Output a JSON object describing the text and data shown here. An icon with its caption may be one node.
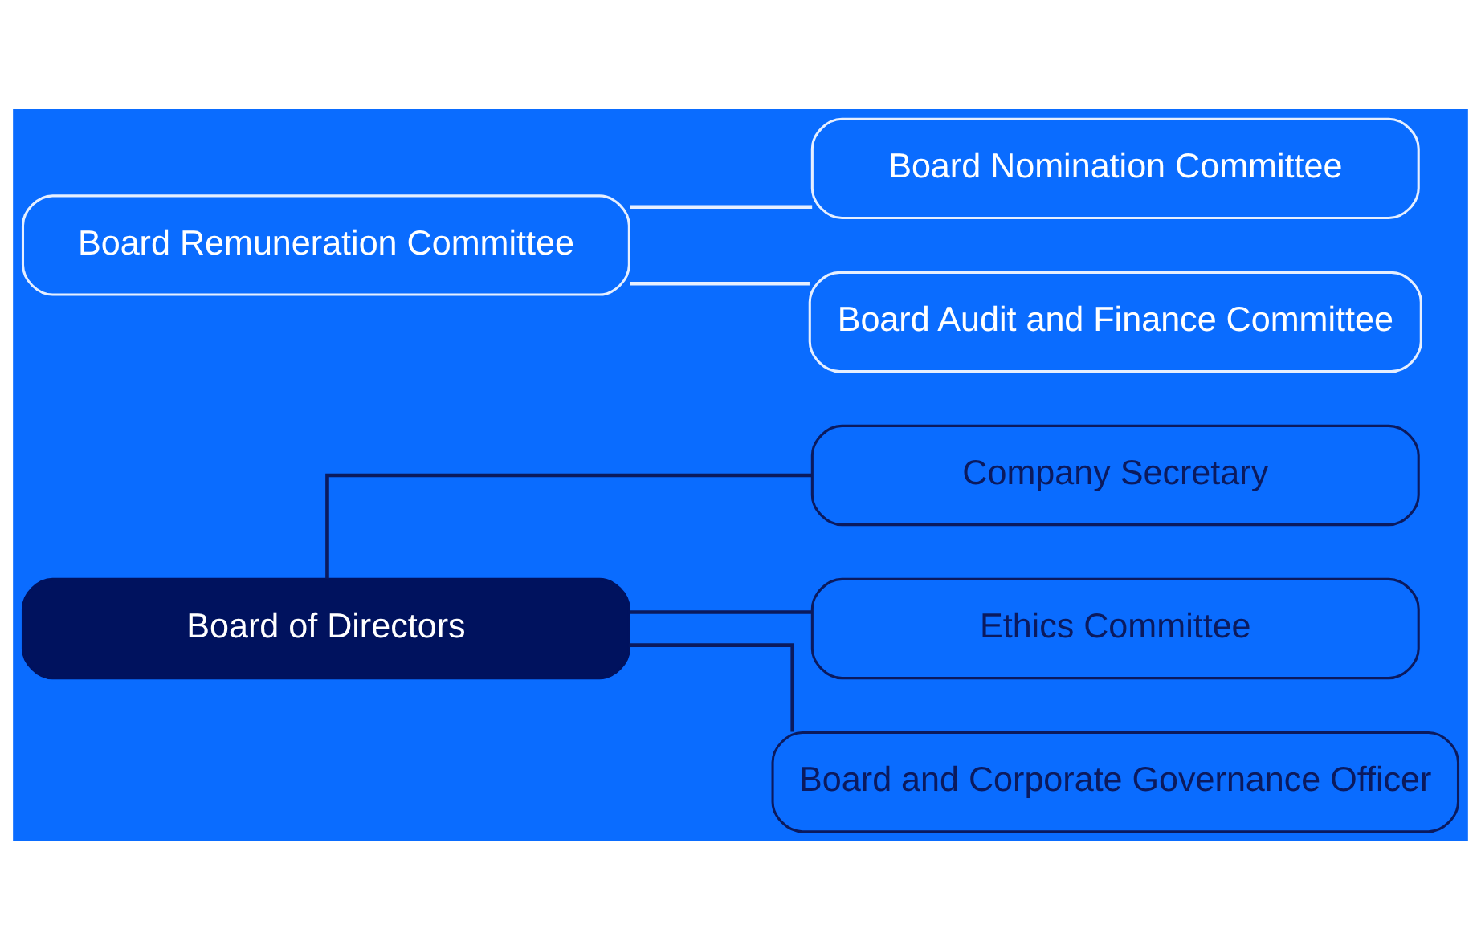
{
  "diagram": {
    "nodes": [
      {
        "text": [
          "Board of Directors"
        ]
      },
      {
        "text": [
          "Board Nomination Committee"
        ]
      },
      {
        "text": [
          "Board Remuneration Committee"
        ]
      },
      {
        "text": [
          "Board Audit and Finance Committee"
        ]
      },
      {
        "text": [
          "Company Secretary"
        ]
      },
      {
        "text": [
          "Ethics Committee"
        ]
      },
      {
        "text": [
          "Board and Corporate Governance Officer"
        ]
      }
    ],
    "edges": [
      {
        "from": 2,
        "to": 1,
        "arrow": "none",
        "color": "#e6efff"
      },
      {
        "from": 2,
        "to": 3,
        "arrow": "none",
        "color": "#e6efff"
      },
      {
        "from": 0,
        "to": 4,
        "arrow": "none"
      },
      {
        "from": 0,
        "to": 5,
        "arrow": "none"
      },
      {
        "from": 0,
        "to": 6,
        "arrow": "none"
      }
    ]
  }
}
